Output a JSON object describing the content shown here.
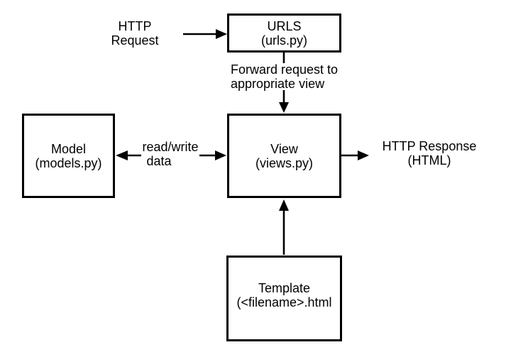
{
  "diagram": {
    "boxes": {
      "urls": {
        "title": "URLS",
        "subtitle": "(urls.py)"
      },
      "model": {
        "title": "Model",
        "subtitle": "(models.py)"
      },
      "view": {
        "title": "View",
        "subtitle": "(views.py)"
      },
      "template": {
        "title": "Template",
        "subtitle": "(<filename>.html"
      }
    },
    "labels": {
      "http_request": {
        "line1": "HTTP",
        "line2": "Request"
      },
      "forward": {
        "line1": "Forward request to",
        "line2": "appropriate view"
      },
      "read_write": {
        "line1": "read/write",
        "line2": "data"
      },
      "http_response": {
        "line1": "HTTP Response",
        "line2": "(HTML)"
      }
    }
  },
  "colors": {
    "stroke": "#000000",
    "bg": "#ffffff",
    "text": "#000000"
  }
}
